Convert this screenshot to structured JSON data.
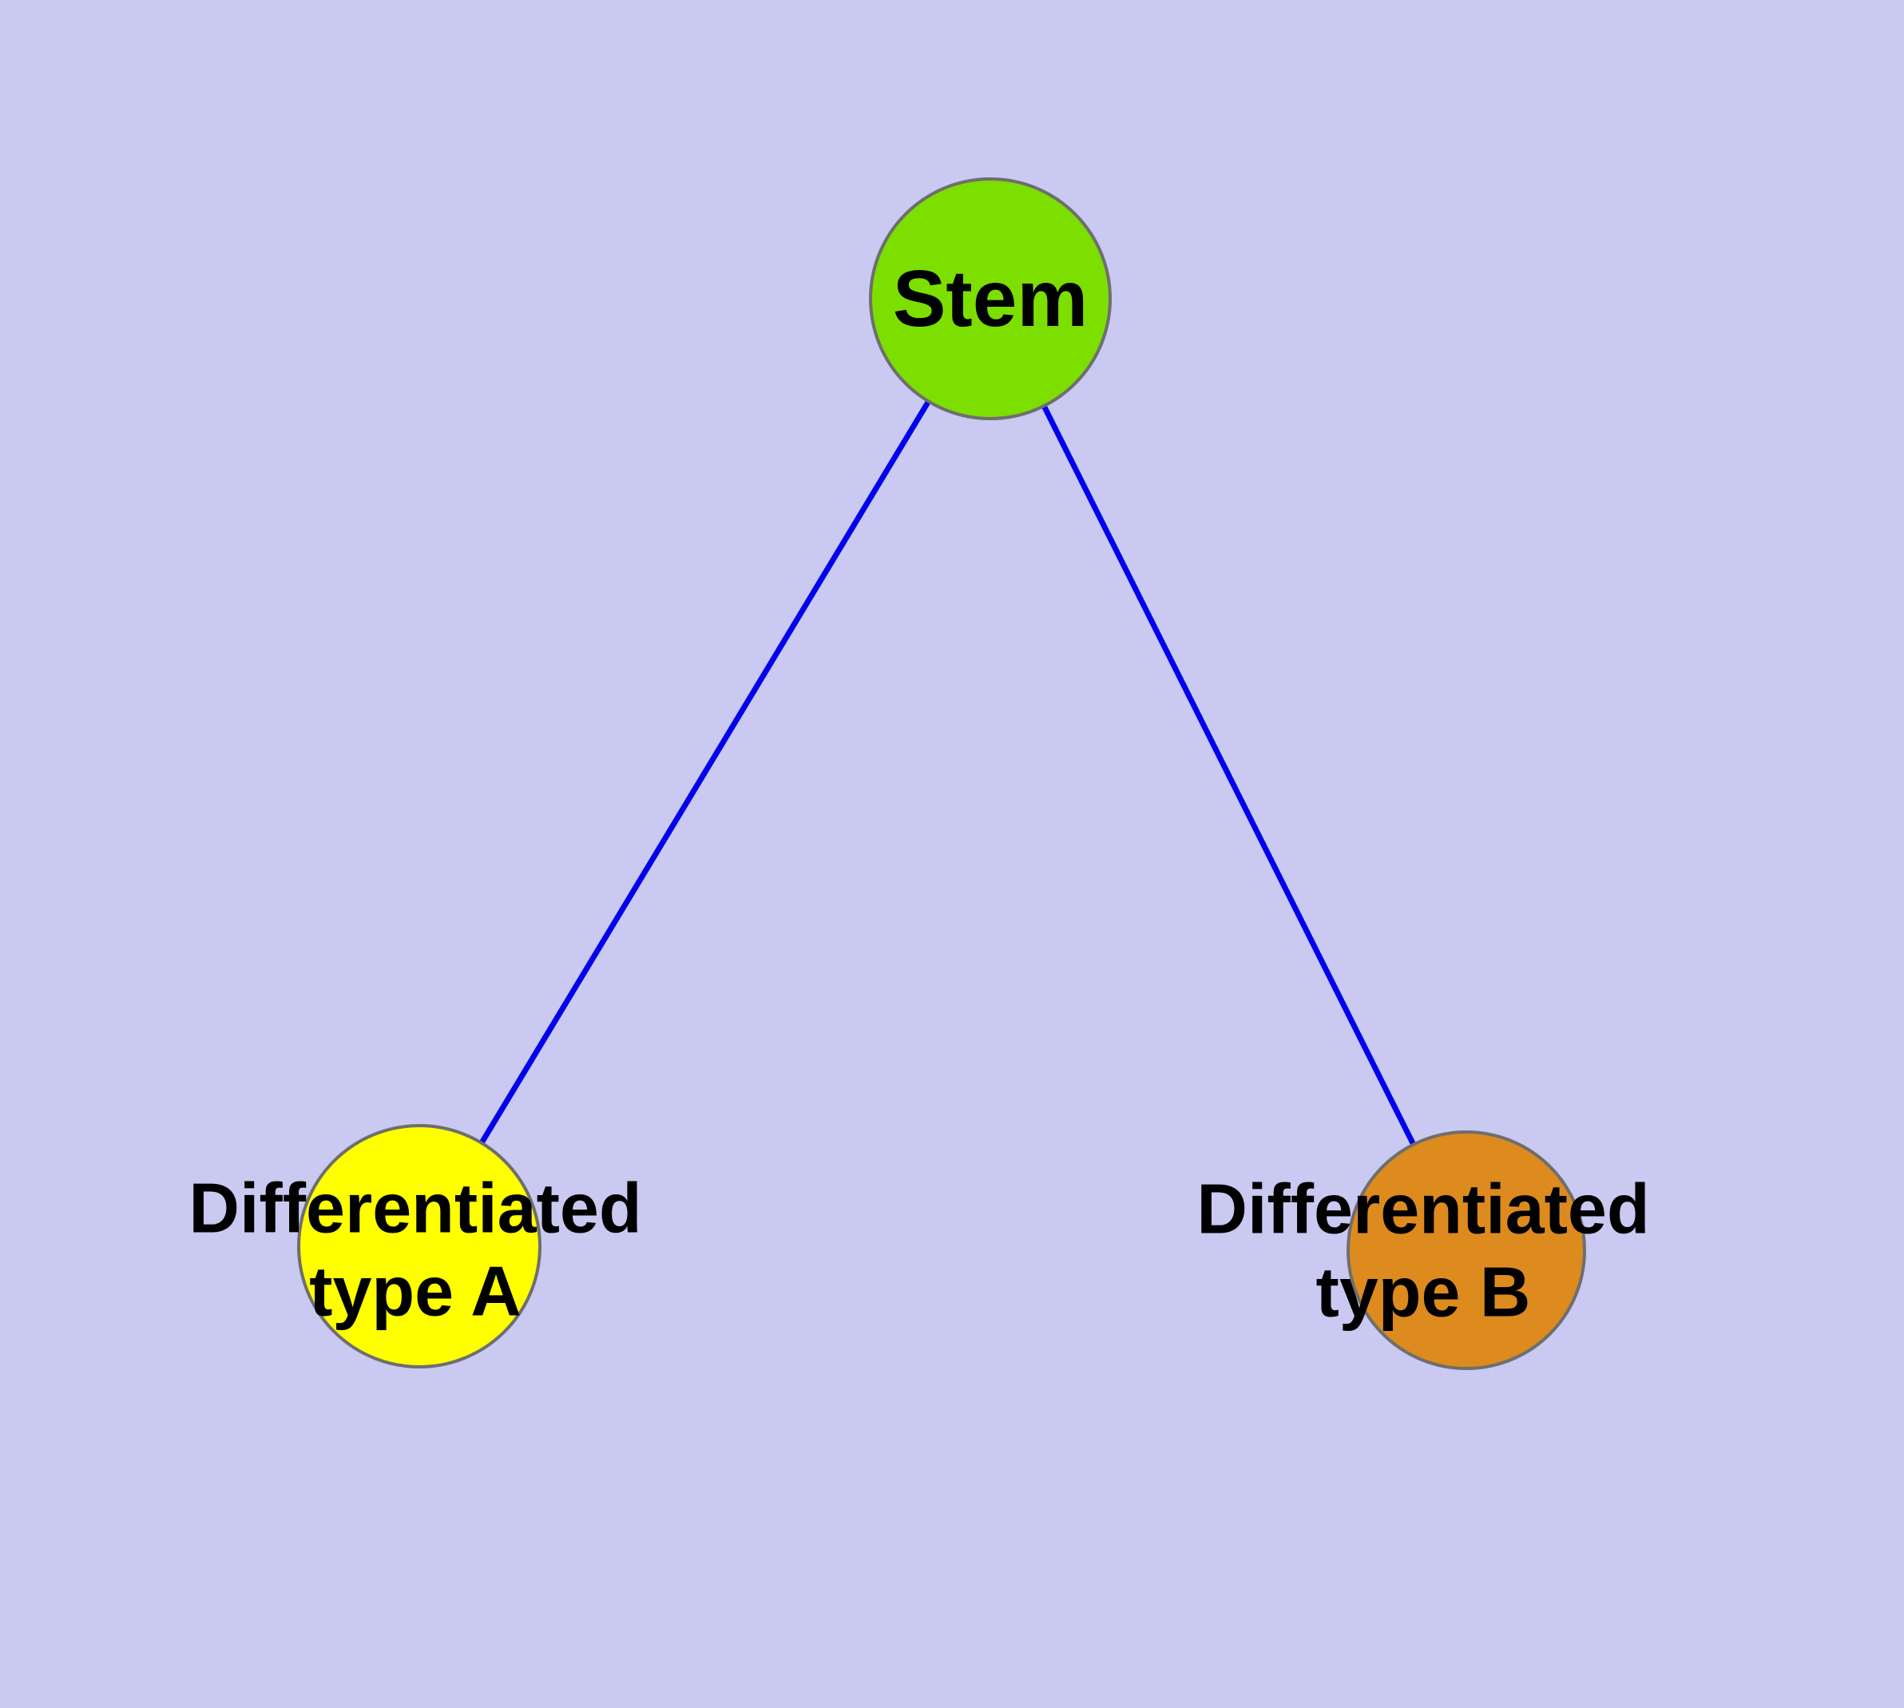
{
  "diagram": {
    "colors": {
      "background": "#c9c9f1",
      "edge": "#0000ee",
      "node_border": "#6e6e6e",
      "label_text": "#000000"
    },
    "nodes": [
      {
        "id": "stem",
        "label": "Stem",
        "label_lines": [
          "Stem"
        ],
        "color": "#7cdf00"
      },
      {
        "id": "differentiated-type-a",
        "label": "Differentiated type A",
        "label_lines": [
          "Differentiated",
          "type A"
        ],
        "color": "#ffff00"
      },
      {
        "id": "differentiated-type-b",
        "label": "Differentiated type B",
        "label_lines": [
          "Differentiated",
          "type B"
        ],
        "color": "#dd8b1e"
      }
    ],
    "edges": [
      {
        "from": "stem",
        "to": "differentiated-type-a"
      },
      {
        "from": "stem",
        "to": "differentiated-type-b"
      }
    ]
  }
}
